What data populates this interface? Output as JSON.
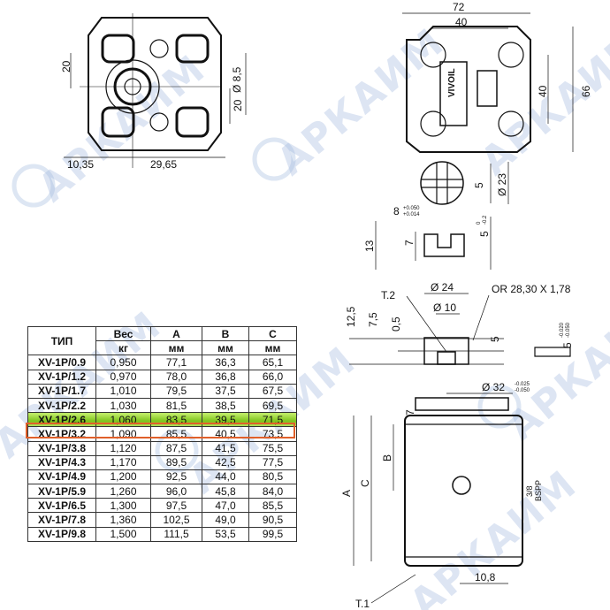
{
  "watermark": "АРКАИМ",
  "table": {
    "headers": {
      "type": "ТИП",
      "weight": "Вес",
      "a": "A",
      "b": "B",
      "c": "C"
    },
    "units": {
      "weight": "кг",
      "a": "мм",
      "b": "мм",
      "c": "мм"
    },
    "highlighted_row": "XV-1P/2.6",
    "rows": [
      {
        "type": "XV-1P/0.9",
        "weight": "0,950",
        "a": "77,1",
        "b": "36,3",
        "c": "65,1"
      },
      {
        "type": "XV-1P/1.2",
        "weight": "0,970",
        "a": "78,0",
        "b": "36,8",
        "c": "66,0"
      },
      {
        "type": "XV-1P/1.7",
        "weight": "1,010",
        "a": "79,5",
        "b": "37,5",
        "c": "67,5"
      },
      {
        "type": "XV-1P/2.2",
        "weight": "1,030",
        "a": "81,5",
        "b": "38,5",
        "c": "69,5"
      },
      {
        "type": "XV-1P/2.6",
        "weight": "1,060",
        "a": "83,5",
        "b": "39,5",
        "c": "71,5"
      },
      {
        "type": "XV-1P/3.2",
        "weight": "1,090",
        "a": "85,5",
        "b": "40,5",
        "c": "73,5"
      },
      {
        "type": "XV-1P/3.8",
        "weight": "1,120",
        "a": "87,5",
        "b": "41,5",
        "c": "75,5"
      },
      {
        "type": "XV-1P/4.3",
        "weight": "1,170",
        "a": "89,5",
        "b": "42,5",
        "c": "77,5"
      },
      {
        "type": "XV-1P/4.9",
        "weight": "1,200",
        "a": "92,5",
        "b": "44,0",
        "c": "80,5"
      },
      {
        "type": "XV-1P/5.9",
        "weight": "1,260",
        "a": "96,0",
        "b": "45,8",
        "c": "84,0"
      },
      {
        "type": "XV-1P/6.5",
        "weight": "1,300",
        "a": "97,5",
        "b": "47,0",
        "c": "85,5"
      },
      {
        "type": "XV-1P/7.8",
        "weight": "1,360",
        "a": "102,5",
        "b": "49,0",
        "c": "90,5"
      },
      {
        "type": "XV-1P/9.8",
        "weight": "1,500",
        "a": "111,5",
        "b": "53,5",
        "c": "99,5"
      }
    ]
  },
  "dims": {
    "front": {
      "h20": "20",
      "d85": "Ø 8,5",
      "v20": "20",
      "w1035": "10,35",
      "w2965": "29,65"
    },
    "top": {
      "w72": "72",
      "w40": "40",
      "h40": "40",
      "h66": "66",
      "label_logo": "VIVOIL"
    },
    "shaft": {
      "w5": "5",
      "d23": "Ø 23"
    },
    "key": {
      "w8": "8",
      "tol_up": "+0.050",
      "tol_lo": "+0.014",
      "h13": "13",
      "h7": "7",
      "h5": "5",
      "tol5_up": "0",
      "tol5_lo": "-0.2"
    },
    "section": {
      "d24": "Ø 24",
      "d10": "Ø 10",
      "t2": "T.2",
      "oring": "OR 28,30 X 1,78",
      "h125": "12,5",
      "h75": "7,5",
      "h05": "0,5",
      "h5": "5",
      "key5": "5",
      "key5_up": "-0.020",
      "key5_lo": "-0.050"
    },
    "body": {
      "d32": "Ø 32",
      "d32_up": "-0.025",
      "d32_lo": "-0.050",
      "h7": "7",
      "B": "B",
      "C": "C",
      "A": "A",
      "port": "3/8",
      "port2": "BSPP",
      "w108": "10,8",
      "t1": "T.1"
    }
  }
}
